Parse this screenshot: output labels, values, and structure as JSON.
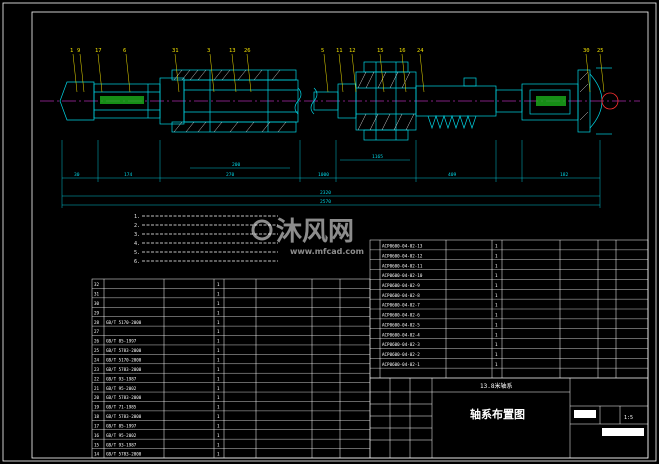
{
  "colors": {
    "background": "#000000",
    "frame": "#ffffff",
    "outline": "#00d6e6",
    "callout": "#f0e000",
    "center_line": "#ff40ff",
    "hatch": "#ffffff"
  },
  "drawing": {
    "callout_numbers": [
      "1",
      "9",
      "17",
      "6",
      "31",
      "3",
      "13",
      "26",
      "5",
      "11",
      "12",
      "15",
      "16",
      "24",
      "30",
      "25"
    ],
    "dimension_labels": [
      "30",
      "174",
      "270",
      "200",
      "1000",
      "1165",
      "409",
      "2320",
      "2570",
      "182"
    ],
    "tech_notes": [
      "1.",
      "2.",
      "3.",
      "4.",
      "5.",
      "6."
    ]
  },
  "bom_left": {
    "rows": [
      {
        "no": "32",
        "code": "",
        "qty": "1"
      },
      {
        "no": "31",
        "code": "",
        "qty": "1"
      },
      {
        "no": "30",
        "code": "",
        "qty": "1"
      },
      {
        "no": "29",
        "code": "",
        "qty": "1"
      },
      {
        "no": "28",
        "code": "GB/T 5170-2000",
        "qty": "1"
      },
      {
        "no": "27",
        "code": "",
        "qty": "1"
      },
      {
        "no": "26",
        "code": "GB/T 85-1997",
        "qty": "1"
      },
      {
        "no": "25",
        "code": "GB/T 5783-2000",
        "qty": "1"
      },
      {
        "no": "24",
        "code": "GB/T 5170-2000",
        "qty": "1"
      },
      {
        "no": "23",
        "code": "GB/T 5783-2000",
        "qty": "1"
      },
      {
        "no": "22",
        "code": "GB/T 93-1987",
        "qty": "1"
      },
      {
        "no": "21",
        "code": "GB/T 95-2002",
        "qty": "1"
      },
      {
        "no": "20",
        "code": "GB/T 5783-2000",
        "qty": "1"
      },
      {
        "no": "19",
        "code": "GB/T 71-1985",
        "qty": "1"
      },
      {
        "no": "18",
        "code": "GB/T 5783-2000",
        "qty": "1"
      },
      {
        "no": "17",
        "code": "GB/T 85-1997",
        "qty": "1"
      },
      {
        "no": "16",
        "code": "GB/T 95-2002",
        "qty": "1"
      },
      {
        "no": "15",
        "code": "GB/T 93-1987",
        "qty": "1"
      },
      {
        "no": "14",
        "code": "GB/T 5783-2000",
        "qty": "1"
      }
    ]
  },
  "bom_right": {
    "rows": [
      {
        "code": "ACP0600-04-02-13",
        "qty": "1"
      },
      {
        "code": "ACP0600-04-02-12",
        "qty": "1"
      },
      {
        "code": "ACP0600-04-02-11",
        "qty": "1"
      },
      {
        "code": "ACP0600-04-02-10",
        "qty": "1"
      },
      {
        "code": "ACP0600-04-02-9",
        "qty": "1"
      },
      {
        "code": "ACP0600-04-02-8",
        "qty": "1"
      },
      {
        "code": "ACP0600-04-02-7",
        "qty": "1"
      },
      {
        "code": "ACP0600-04-02-6",
        "qty": "1"
      },
      {
        "code": "ACP0600-04-02-5",
        "qty": "1"
      },
      {
        "code": "ACP0600-04-02-4",
        "qty": "1"
      },
      {
        "code": "ACP0600-04-02-3",
        "qty": "1"
      },
      {
        "code": "ACP0600-04-02-2",
        "qty": "1"
      },
      {
        "code": "ACP0600-04-02-1",
        "qty": "1"
      }
    ]
  },
  "title_block": {
    "project": "13.8米轴系",
    "drawing_title": "轴系布置图",
    "scale_label": "1:5"
  },
  "watermark": {
    "brand": "沐风网",
    "url": "www.mfcad.com"
  }
}
